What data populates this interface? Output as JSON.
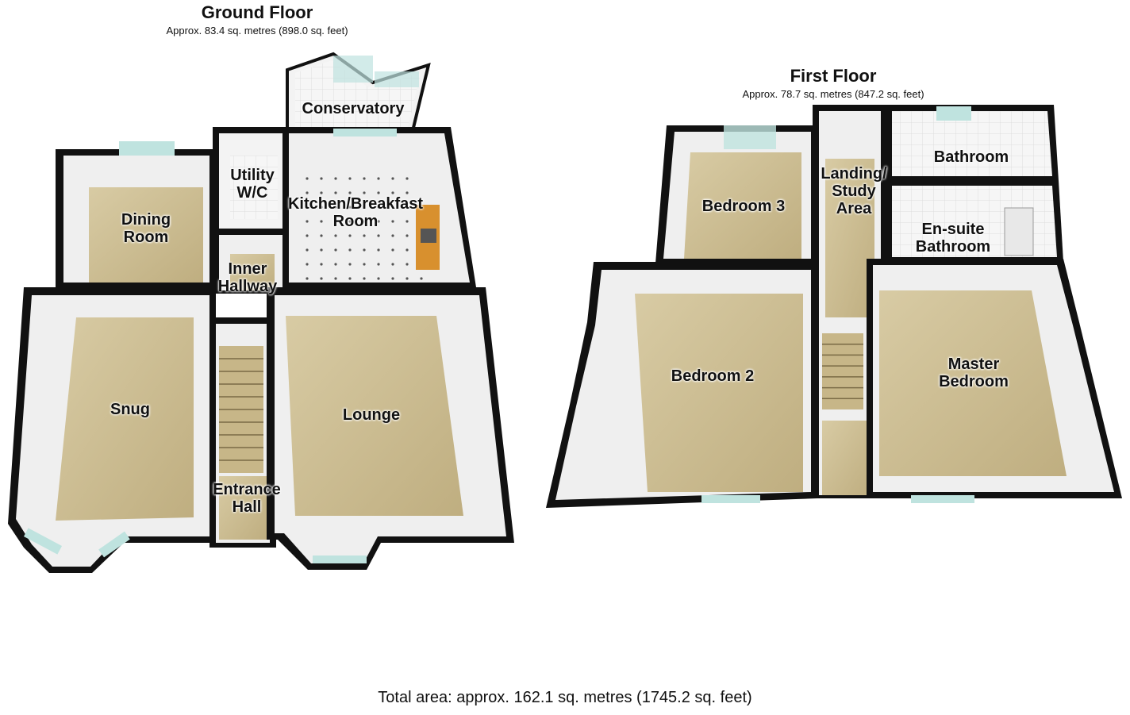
{
  "ground_floor": {
    "title": "Ground Floor",
    "area": "Approx. 83.4 sq. metres (898.0 sq. feet)",
    "rooms": {
      "conservatory": "Conservatory",
      "utility": "Utility W/C",
      "kitchen": "Kitchen/Breakfast Room",
      "dining": "Dining Room",
      "inner_hallway": "Inner Hallway",
      "snug": "Snug",
      "lounge": "Lounge",
      "entrance_hall": "Entrance Hall"
    }
  },
  "first_floor": {
    "title": "First Floor",
    "area": "Approx. 78.7 sq. metres (847.2 sq. feet)",
    "rooms": {
      "bedroom3": "Bedroom 3",
      "landing": "Landing/ Study Area",
      "bathroom": "Bathroom",
      "ensuite": "En-suite Bathroom",
      "bedroom2": "Bedroom 2",
      "master": "Master Bedroom"
    }
  },
  "total_area": "Total area: approx. 162.1 sq. metres (1745.2 sq. feet)",
  "colors": {
    "carpet": "#c9b98e",
    "wall": "#111111",
    "wall_inner": "#f2f2f2",
    "tile": "#ededed",
    "worktop": "#d8902e",
    "glass": "#bfe3df"
  }
}
